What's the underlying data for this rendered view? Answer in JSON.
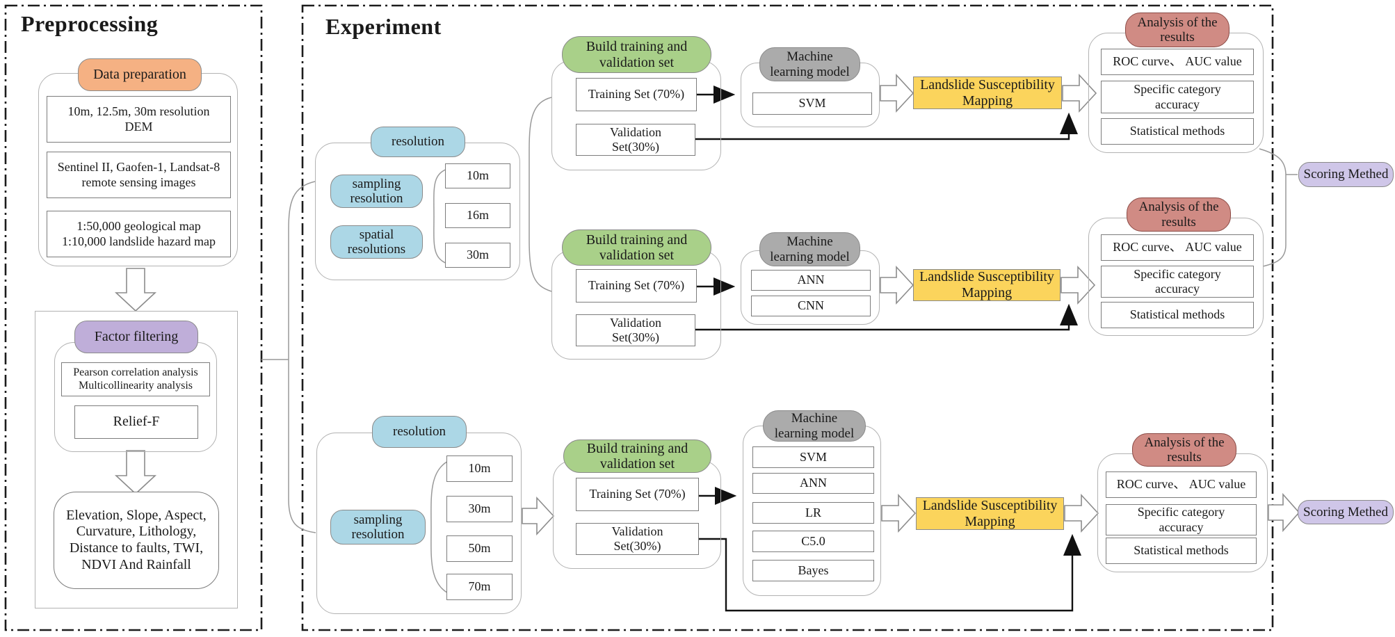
{
  "colors": {
    "orange_header": "#F5B183",
    "purple_header": "#BFAED9",
    "blue_header": "#ACD7E6",
    "green_header": "#A9D089",
    "gray_header": "#ABABAB",
    "red_header": "#D08B84",
    "yellow_box": "#FBD45C",
    "scoring_pill": "#CFC6E8"
  },
  "preprocessing": {
    "title": "Preprocessing",
    "data_preparation_header": "Data preparation",
    "dem_box": "10m, 12.5m, 30m resolution\nDEM",
    "remote_sensing_box": "Sentinel II, Gaofen-1, Landsat-8\nremote sensing images",
    "maps_box": "1:50,000 geological map\n1:10,000 landslide hazard map",
    "factor_filtering_header": "Factor filtering",
    "correlation_box": "Pearson correlation analysis\nMulticollinearity analysis",
    "relief_box": "Relief-F",
    "factors_box": "Elevation, Slope, Aspect,\nCurvature, Lithology,\nDistance to faults, TWI,\nNDVI And Rainfall"
  },
  "experiment": {
    "title": "Experiment",
    "row1": {
      "resolution_header": "resolution",
      "sampling_label": "sampling\nresolution",
      "spatial_label": "spatial\nresolutions",
      "resolutions": [
        "10m",
        "16m",
        "30m"
      ],
      "build_header": "Build training and\nvalidation set",
      "training_set": "Training Set (70%)",
      "validation_set": "Validation\nSet(30%)",
      "ml_header": "Machine\nlearning model",
      "models": [
        "SVM"
      ],
      "mapping_box": "Landslide Susceptibility\nMapping",
      "analysis_header": "Analysis of the\nresults",
      "analysis_boxes": [
        "ROC curve、 AUC value",
        "Specific category\naccuracy",
        "Statistical methods"
      ]
    },
    "row2": {
      "build_header": "Build training and\nvalidation set",
      "training_set": "Training Set (70%)",
      "validation_set": "Validation\nSet(30%)",
      "ml_header": "Machine\nlearning model",
      "models": [
        "ANN",
        "CNN"
      ],
      "mapping_box": "Landslide Susceptibility\nMapping",
      "analysis_header": "Analysis of the\nresults",
      "analysis_boxes": [
        "ROC curve、 AUC value",
        "Specific category\naccuracy",
        "Statistical methods"
      ]
    },
    "row3": {
      "resolution_header": "resolution",
      "sampling_label": "sampling\nresolution",
      "resolutions": [
        "10m",
        "30m",
        "50m",
        "70m"
      ],
      "build_header": "Build training and\nvalidation set",
      "training_set": "Training Set (70%)",
      "validation_set": "Validation\nSet(30%)",
      "ml_header": "Machine\nlearning model",
      "models": [
        "SVM",
        "ANN",
        "LR",
        "C5.0",
        "Bayes"
      ],
      "mapping_box": "Landslide Susceptibility\nMapping",
      "analysis_header": "Analysis of the\nresults",
      "analysis_boxes": [
        "ROC curve、 AUC value",
        "Specific category\naccuracy",
        "Statistical methods"
      ]
    },
    "scoring_method_top": "Scoring Methed",
    "scoring_method_bottom": "Scoring Methed"
  }
}
